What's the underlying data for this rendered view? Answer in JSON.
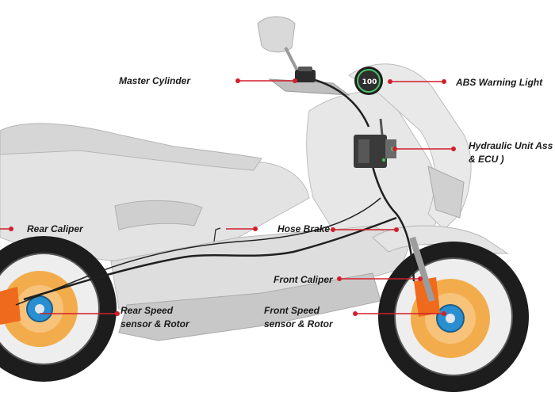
{
  "colors": {
    "leader": "#d21f2b",
    "body": "#e6e6e6",
    "body_shade": "#c9c9c9",
    "tire": "#1b1b1b",
    "disc": "#f3a43a",
    "sensor": "#2a8fd0",
    "caliper": "#ef6a1c",
    "hose": "#202020",
    "ecu": "#3a3a3a"
  },
  "icons": {
    "speedometer": "speedometer-icon",
    "ecu": "ecu-icon"
  },
  "labels": {
    "master_cylinder": "Master Cylinder",
    "abs_warning_light": "ABS Warning Light",
    "hydraulic_unit_line1": "Hydraulic Unit Ass",
    "hydraulic_unit_line2": "& ECU )",
    "rear_caliper": "Rear Caliper",
    "hose_brake": "Hose Brake",
    "front_caliper": "Front Caliper",
    "rear_speed_line1": "Rear  Speed",
    "rear_speed_line2": "sensor & Rotor",
    "front_speed_line1": "Front Speed",
    "front_speed_line2": "sensor & Rotor",
    "speedo_reading": "100"
  }
}
